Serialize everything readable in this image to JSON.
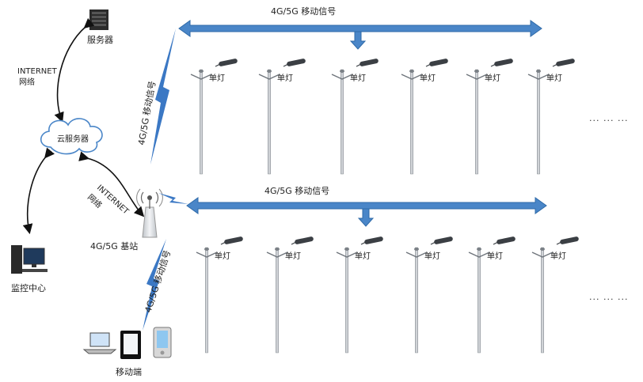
{
  "labels": {
    "server": "服务器",
    "internet_top": "INTERNET",
    "network_top": "网络",
    "cloud": "云服务器",
    "internet_mid": "INTERNET",
    "network_mid": "网络",
    "base_station": "4G/5G 基站",
    "monitor": "监控中心",
    "mobile": "移动端",
    "signal_top": "4G/5G 移动信号",
    "signal_mid": "4G/5G 移动信号",
    "signal_diag_up": "4G/5G 移动信号",
    "signal_diag_down": "4G/5G 移动信号"
  },
  "rows": [
    {
      "lamps": [
        "单灯",
        "单灯",
        "单灯",
        "单灯",
        "单灯",
        "单灯"
      ],
      "more": "··· ··· ···"
    },
    {
      "lamps": [
        "单灯",
        "单灯",
        "单灯",
        "单灯",
        "单灯",
        "单灯"
      ],
      "more": "··· ··· ···"
    }
  ],
  "colors": {
    "arrow": "#4a86c8",
    "arrow_stroke": "#2f6aa8",
    "bolt": "#3b78c4"
  }
}
